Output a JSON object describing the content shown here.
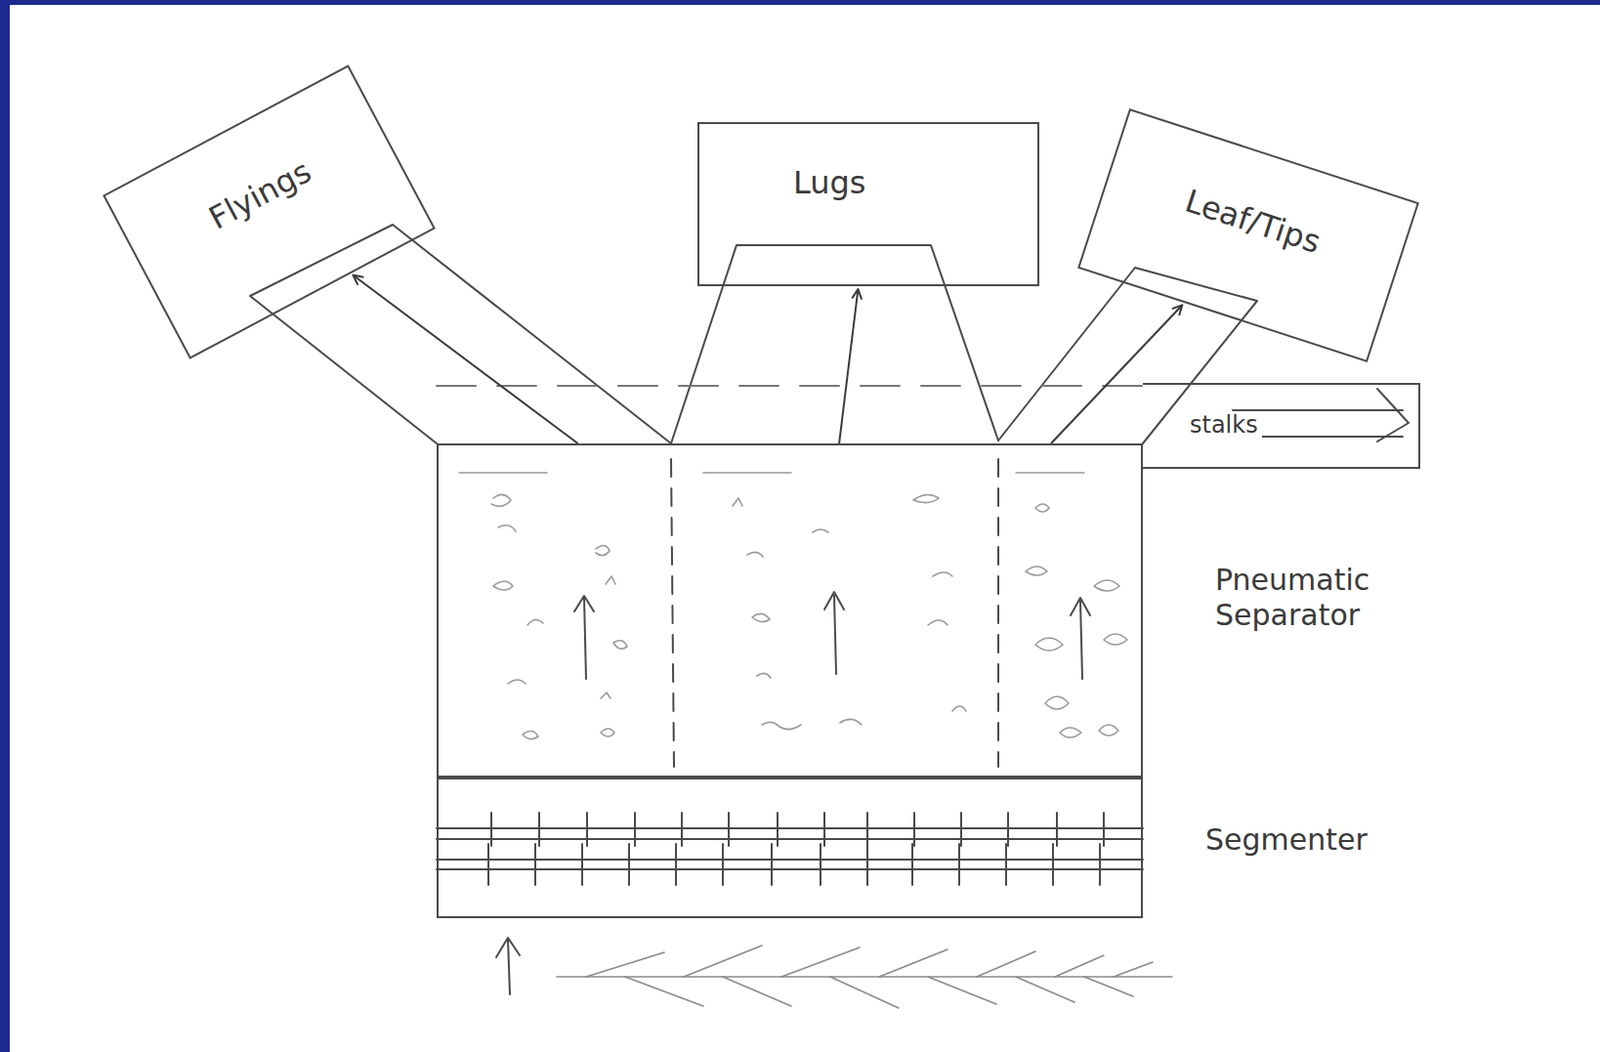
{
  "diagram": {
    "nodes": [
      {
        "text": [
          "Flyings"
        ]
      },
      {
        "text": [
          "Lugs"
        ]
      },
      {
        "text": [
          "Leaf/Tips"
        ]
      },
      {
        "text": [
          "Pneumatic Separator"
        ]
      },
      {
        "text": [
          "Segmenter"
        ]
      },
      {
        "text": [
          "stalks"
        ]
      }
    ],
    "edges": [
      {
        "from": 3,
        "to": 0,
        "arrow": "to"
      },
      {
        "from": 3,
        "to": 1,
        "arrow": "to"
      },
      {
        "from": 3,
        "to": 2,
        "arrow": "to"
      }
    ]
  }
}
